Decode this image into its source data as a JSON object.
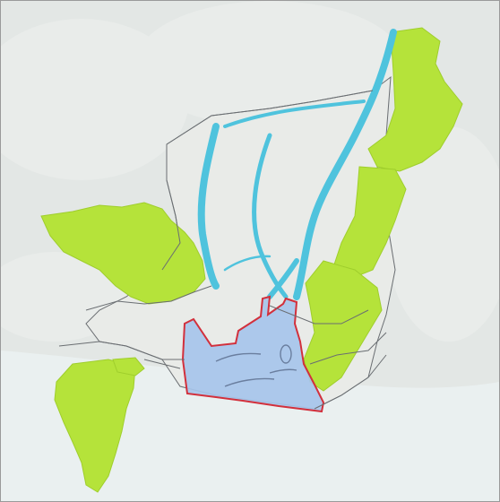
{
  "map": {
    "colors": {
      "background": "#e3e7e5",
      "background_mist": "#eef1ef",
      "sea": "#eaf0f0",
      "land": "#e9ebe8",
      "forest": "#b5e33a",
      "forest_detail": "#9fce2c",
      "river": "#4fc3dd",
      "highlight_fill": "#a6c4ea",
      "highlight_stroke": "#d2303c",
      "district_line": "#6a6e72",
      "frame": "#9a9a9a"
    },
    "layers": [
      "terrain-background",
      "sea",
      "city-land",
      "forest-areas",
      "river-channels",
      "highlighted-area",
      "district-boundaries"
    ]
  }
}
